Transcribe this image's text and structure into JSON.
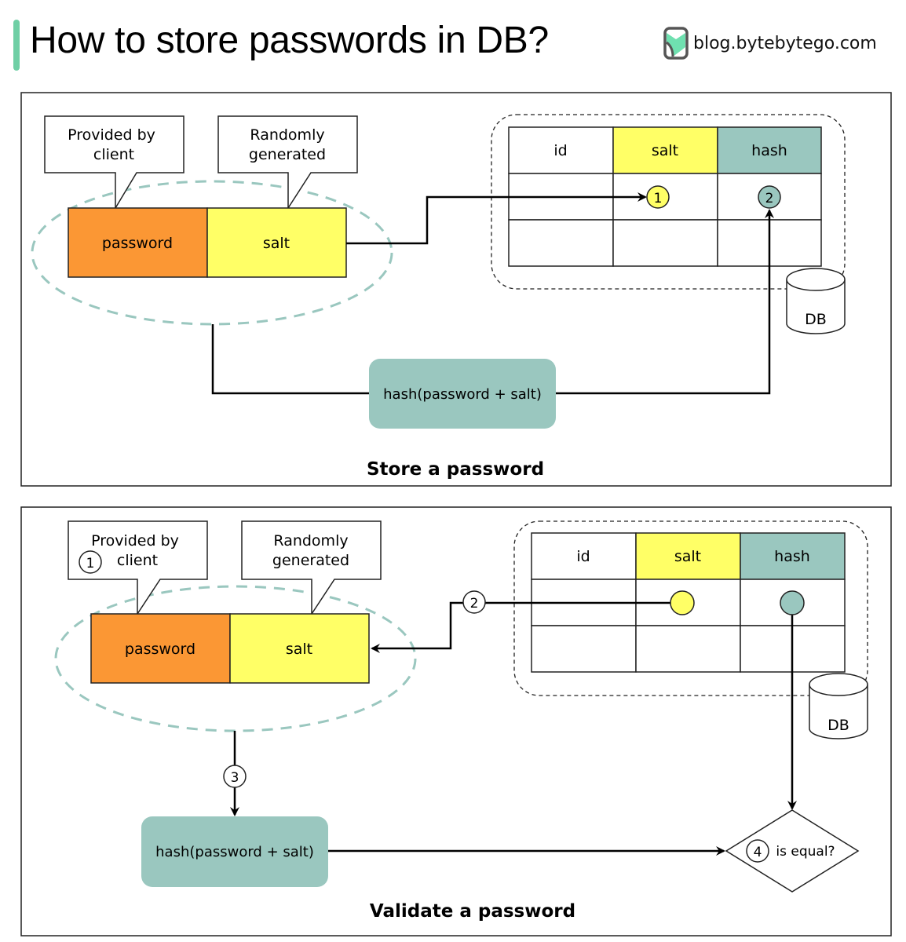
{
  "header": {
    "title": "How to store passwords in DB?",
    "brand": "blog.bytebytego.com",
    "brand_icon": "bytebytego-logo-icon",
    "accent_color": "#6fcfa5"
  },
  "colors": {
    "password": "#fb9734",
    "salt": "#ffff66",
    "hash": "#9ac7bf",
    "ellipse": "#9ac7bf"
  },
  "store": {
    "caption": "Store a password",
    "callout_client": [
      "Provided by",
      "client"
    ],
    "callout_random": [
      "Randomly",
      "generated"
    ],
    "password_label": "password",
    "salt_label": "salt",
    "hash_fn_label": "hash(password + salt)",
    "table": {
      "headers": [
        "id",
        "salt",
        "hash"
      ],
      "rows": [
        [
          "",
          "1",
          "2"
        ],
        [
          "",
          "",
          ""
        ]
      ]
    },
    "db_label": "DB",
    "step_salt": "1",
    "step_hash": "2"
  },
  "validate": {
    "caption": "Validate a password",
    "callout_client": [
      "Provided by",
      "client"
    ],
    "callout_client_step": "1",
    "callout_random": [
      "Randomly",
      "generated"
    ],
    "password_label": "password",
    "salt_label": "salt",
    "hash_fn_label": "hash(password + salt)",
    "table": {
      "headers": [
        "id",
        "salt",
        "hash"
      ],
      "rows": [
        [
          "",
          "",
          ""
        ],
        [
          "",
          "",
          ""
        ]
      ]
    },
    "db_label": "DB",
    "step_fetch": "2",
    "step_hash": "3",
    "step_compare": "4",
    "compare_label": "is equal?"
  }
}
